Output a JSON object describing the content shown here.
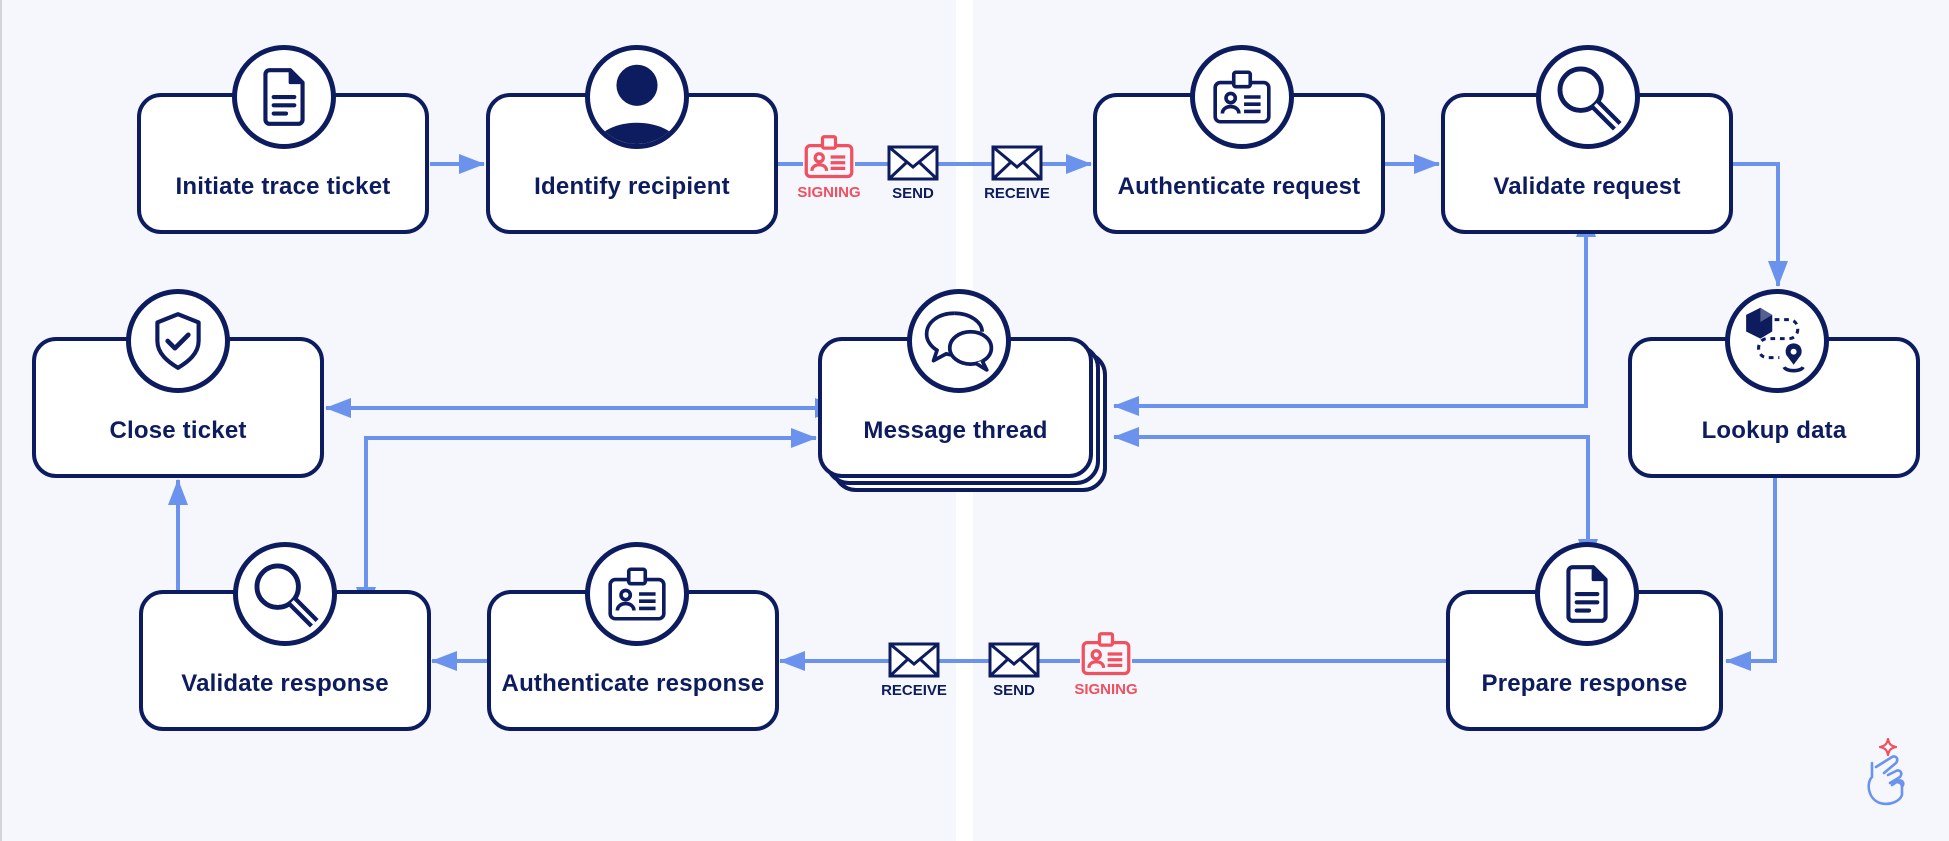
{
  "colors": {
    "node_border": "#0d1c5e",
    "connector": "#6b93ee",
    "signing": "#f0505f",
    "background": "#f5f7fd"
  },
  "nodes": {
    "initiate": {
      "label": "Initiate trace ticket",
      "icon": "document-icon"
    },
    "identify": {
      "label": "Identify recipient",
      "icon": "user-avatar-icon"
    },
    "auth_request": {
      "label": "Authenticate request",
      "icon": "id-badge-icon"
    },
    "validate_request": {
      "label": "Validate request",
      "icon": "magnifier-icon"
    },
    "close": {
      "label": "Close ticket",
      "icon": "shield-check-icon"
    },
    "message_thread": {
      "label": "Message thread",
      "icon": "chat-bubbles-icon"
    },
    "lookup": {
      "label": "Lookup data",
      "icon": "package-route-icon"
    },
    "validate_response": {
      "label": "Validate response",
      "icon": "magnifier-icon"
    },
    "auth_response": {
      "label": "Authenticate response",
      "icon": "id-badge-icon"
    },
    "prepare": {
      "label": "Prepare response",
      "icon": "document-icon"
    }
  },
  "top_channel": {
    "signing": "SIGNING",
    "send": "SEND",
    "receive": "RECEIVE"
  },
  "bottom_channel": {
    "receive": "RECEIVE",
    "send": "SEND",
    "signing": "SIGNING"
  },
  "logo": {
    "icon": "finger-heart-sparkle-icon"
  }
}
